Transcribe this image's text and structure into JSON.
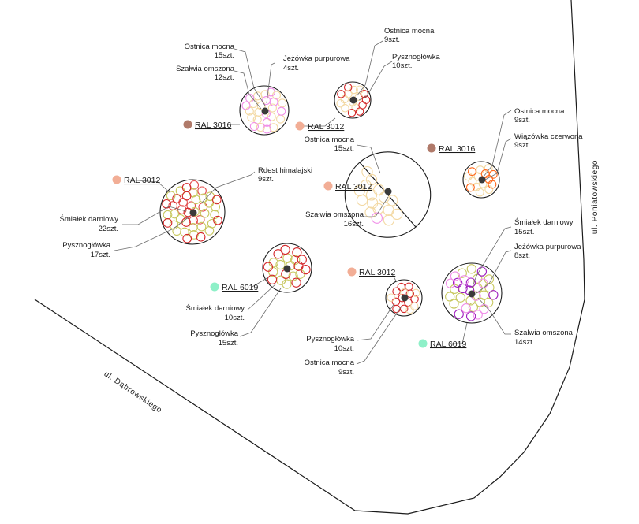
{
  "streets": {
    "east": "ul. Poniatowskiego",
    "south_west": "ul. Dąbrowskiego"
  },
  "colors": {
    "RAL 3016": "#b07a6a",
    "RAL 3012": "#f2ae96",
    "RAL 6019": "#8ef0c8",
    "Ostnica mocna": "#f3d9a4",
    "Szałwia omszona": "#f08ee8",
    "Jeżówka purpurowa": "#a020c0",
    "Pysznogłówka": "#d4282a",
    "Rdest himalajski": "#e45050",
    "Śmiałek darniowy": "#c8c860",
    "Wiązówka czerwona": "#ff6a1e"
  },
  "beds": [
    {
      "id": "bed-1",
      "ral": "RAL 3016",
      "plants": [
        {
          "name": "Ostnica mocna",
          "qty": "15szt."
        },
        {
          "name": "Szałwia omszona",
          "qty": "12szt."
        },
        {
          "name": "Jeżówka purpurowa",
          "qty": "4szt."
        }
      ]
    },
    {
      "id": "bed-2",
      "ral": "RAL 3012",
      "plants": [
        {
          "name": "Ostnica mocna",
          "qty": "9szt."
        },
        {
          "name": "Pysznogłówka",
          "qty": "10szt."
        }
      ]
    },
    {
      "id": "bed-3",
      "ral": "RAL 3016",
      "plants": [
        {
          "name": "Ostnica mocna",
          "qty": "9szt."
        },
        {
          "name": "Wiązówka czerwona",
          "qty": "9szt."
        }
      ]
    },
    {
      "id": "bed-4",
      "ral": "RAL 3012",
      "plants": [
        {
          "name": "Rdest himalajski",
          "qty": "9szt."
        },
        {
          "name": "Śmiałek darniowy",
          "qty": "22szt."
        },
        {
          "name": "Pysznogłówka",
          "qty": "17szt."
        }
      ]
    },
    {
      "id": "bed-5",
      "ral": "RAL 3012",
      "plants": [
        {
          "name": "Ostnica mocna",
          "qty": "15szt."
        },
        {
          "name": "Szałwia omszona",
          "qty": "16szt."
        }
      ]
    },
    {
      "id": "bed-6",
      "ral": "RAL 6019",
      "plants": [
        {
          "name": "Śmiałek darniowy",
          "qty": "10szt."
        },
        {
          "name": "Pysznogłówka",
          "qty": "15szt."
        }
      ]
    },
    {
      "id": "bed-7",
      "ral": "RAL 3012",
      "plants": [
        {
          "name": "Pysznogłówka",
          "qty": "10szt."
        },
        {
          "name": "Ostnica mocna",
          "qty": "9szt."
        }
      ]
    },
    {
      "id": "bed-8",
      "ral": "RAL 6019",
      "plants": [
        {
          "name": "Śmiałek darniowy",
          "qty": "15szt."
        },
        {
          "name": "Jeżówka purpurowa",
          "qty": "8szt."
        },
        {
          "name": "Szałwia omszona",
          "qty": "14szt."
        }
      ]
    }
  ]
}
